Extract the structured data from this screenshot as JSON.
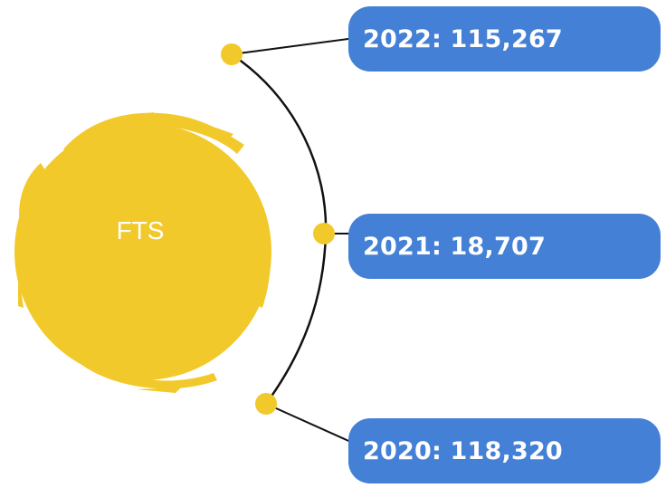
{
  "center": {
    "label": "FTS"
  },
  "items": [
    {
      "year": "2022",
      "value": "115,267",
      "text": "2022: 115,267"
    },
    {
      "year": "2021",
      "value": "18,707",
      "text": "2021: 18,707"
    },
    {
      "year": "2020",
      "value": "118,320",
      "text": "2020: 118,320"
    }
  ],
  "colors": {
    "circle": "#F2C92A",
    "dot": "#F2C92A",
    "pill": "#4480D6",
    "line": "#111111",
    "text": "#ffffff"
  }
}
